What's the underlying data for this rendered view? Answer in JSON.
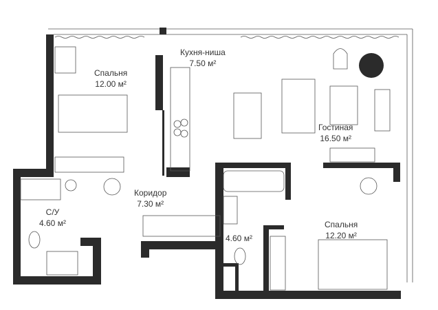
{
  "plan": {
    "rooms": [
      {
        "id": "kitchen",
        "name": "Кухня-ниша",
        "area": "7.50 м²"
      },
      {
        "id": "bedroom1",
        "name": "Спальня",
        "area": "12.00 м²"
      },
      {
        "id": "living",
        "name": "Гостиная",
        "area": "16.50 м²"
      },
      {
        "id": "corridor",
        "name": "Коридор",
        "area": "7.30 м²"
      },
      {
        "id": "bath1",
        "name": "С/У",
        "area": "4.60 м²"
      },
      {
        "id": "bath2",
        "name": "",
        "area": "4.60 м²"
      },
      {
        "id": "bedroom2",
        "name": "Спальня",
        "area": "12.20 м²"
      }
    ],
    "colors": {
      "wall": "#2b2b2b",
      "furniture": "#555555",
      "column": "#2b2b2b"
    }
  }
}
